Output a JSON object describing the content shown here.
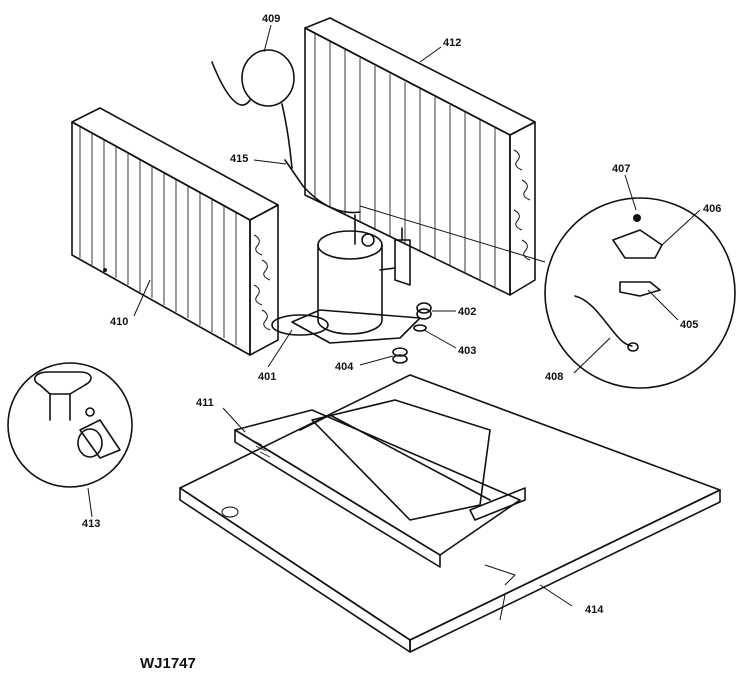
{
  "drawing_code": "WJ1747",
  "parts": [
    {
      "id": "p401",
      "label": "401"
    },
    {
      "id": "p402",
      "label": "402"
    },
    {
      "id": "p403",
      "label": "403"
    },
    {
      "id": "p404",
      "label": "404"
    },
    {
      "id": "p405",
      "label": "405"
    },
    {
      "id": "p406",
      "label": "406"
    },
    {
      "id": "p407",
      "label": "407"
    },
    {
      "id": "p408",
      "label": "408"
    },
    {
      "id": "p409",
      "label": "409"
    },
    {
      "id": "p410",
      "label": "410"
    },
    {
      "id": "p411",
      "label": "411"
    },
    {
      "id": "p412",
      "label": "412"
    },
    {
      "id": "p413",
      "label": "413"
    },
    {
      "id": "p414",
      "label": "414"
    },
    {
      "id": "p415",
      "label": "415"
    }
  ]
}
